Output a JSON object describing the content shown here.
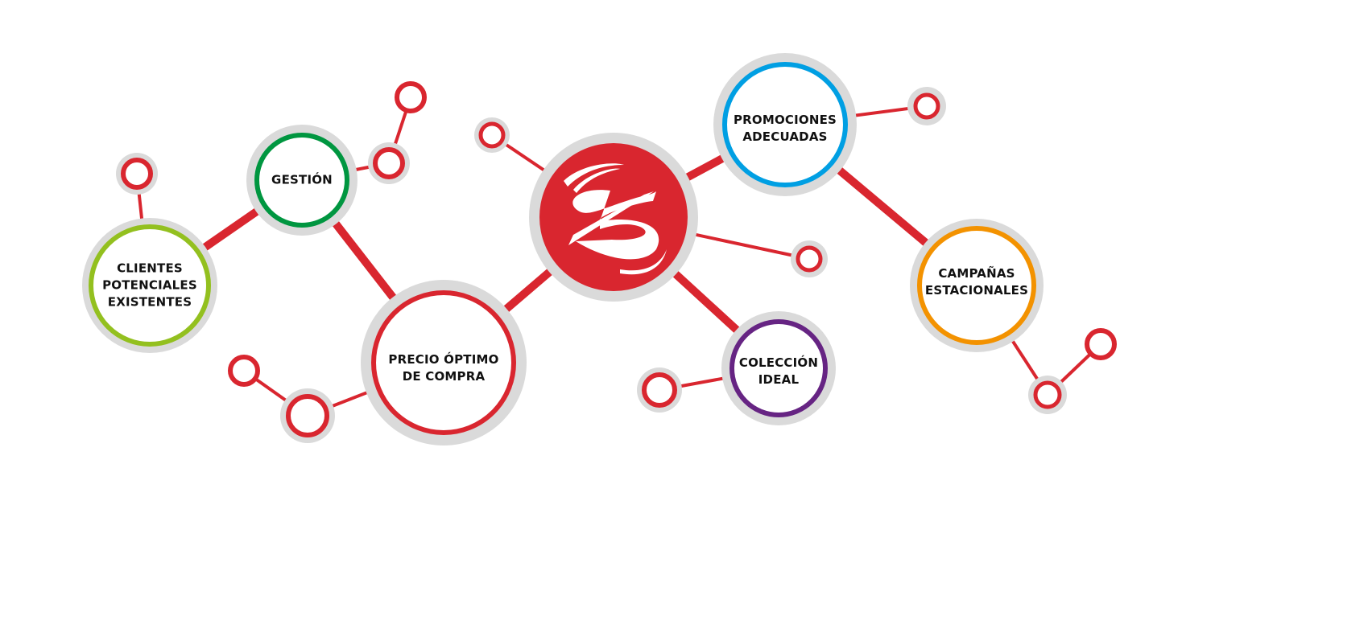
{
  "diagram": {
    "logo": "Stylized white S-swoosh logo on red circle",
    "nodes": {
      "clientes": {
        "label": "CLIENTES\nPOTENCIALES\nEXISTENTES",
        "color": "#93c01f"
      },
      "gestion": {
        "label": "GESTIÓN",
        "color": "#009640"
      },
      "precio": {
        "label": "PRECIO ÓPTIMO\nDE COMPRA",
        "color": "#d9262f"
      },
      "promociones": {
        "label": "PROMOCIONES\nADECUADAS",
        "color": "#009fe3"
      },
      "campanas": {
        "label": "CAMPAÑAS\nESTACIONALES",
        "color": "#f39200"
      },
      "coleccion": {
        "label": "COLECCIÓN\nIDEAL",
        "color": "#662483"
      }
    },
    "colors": {
      "connector": "#d9262f",
      "halo": "#dadada"
    }
  }
}
